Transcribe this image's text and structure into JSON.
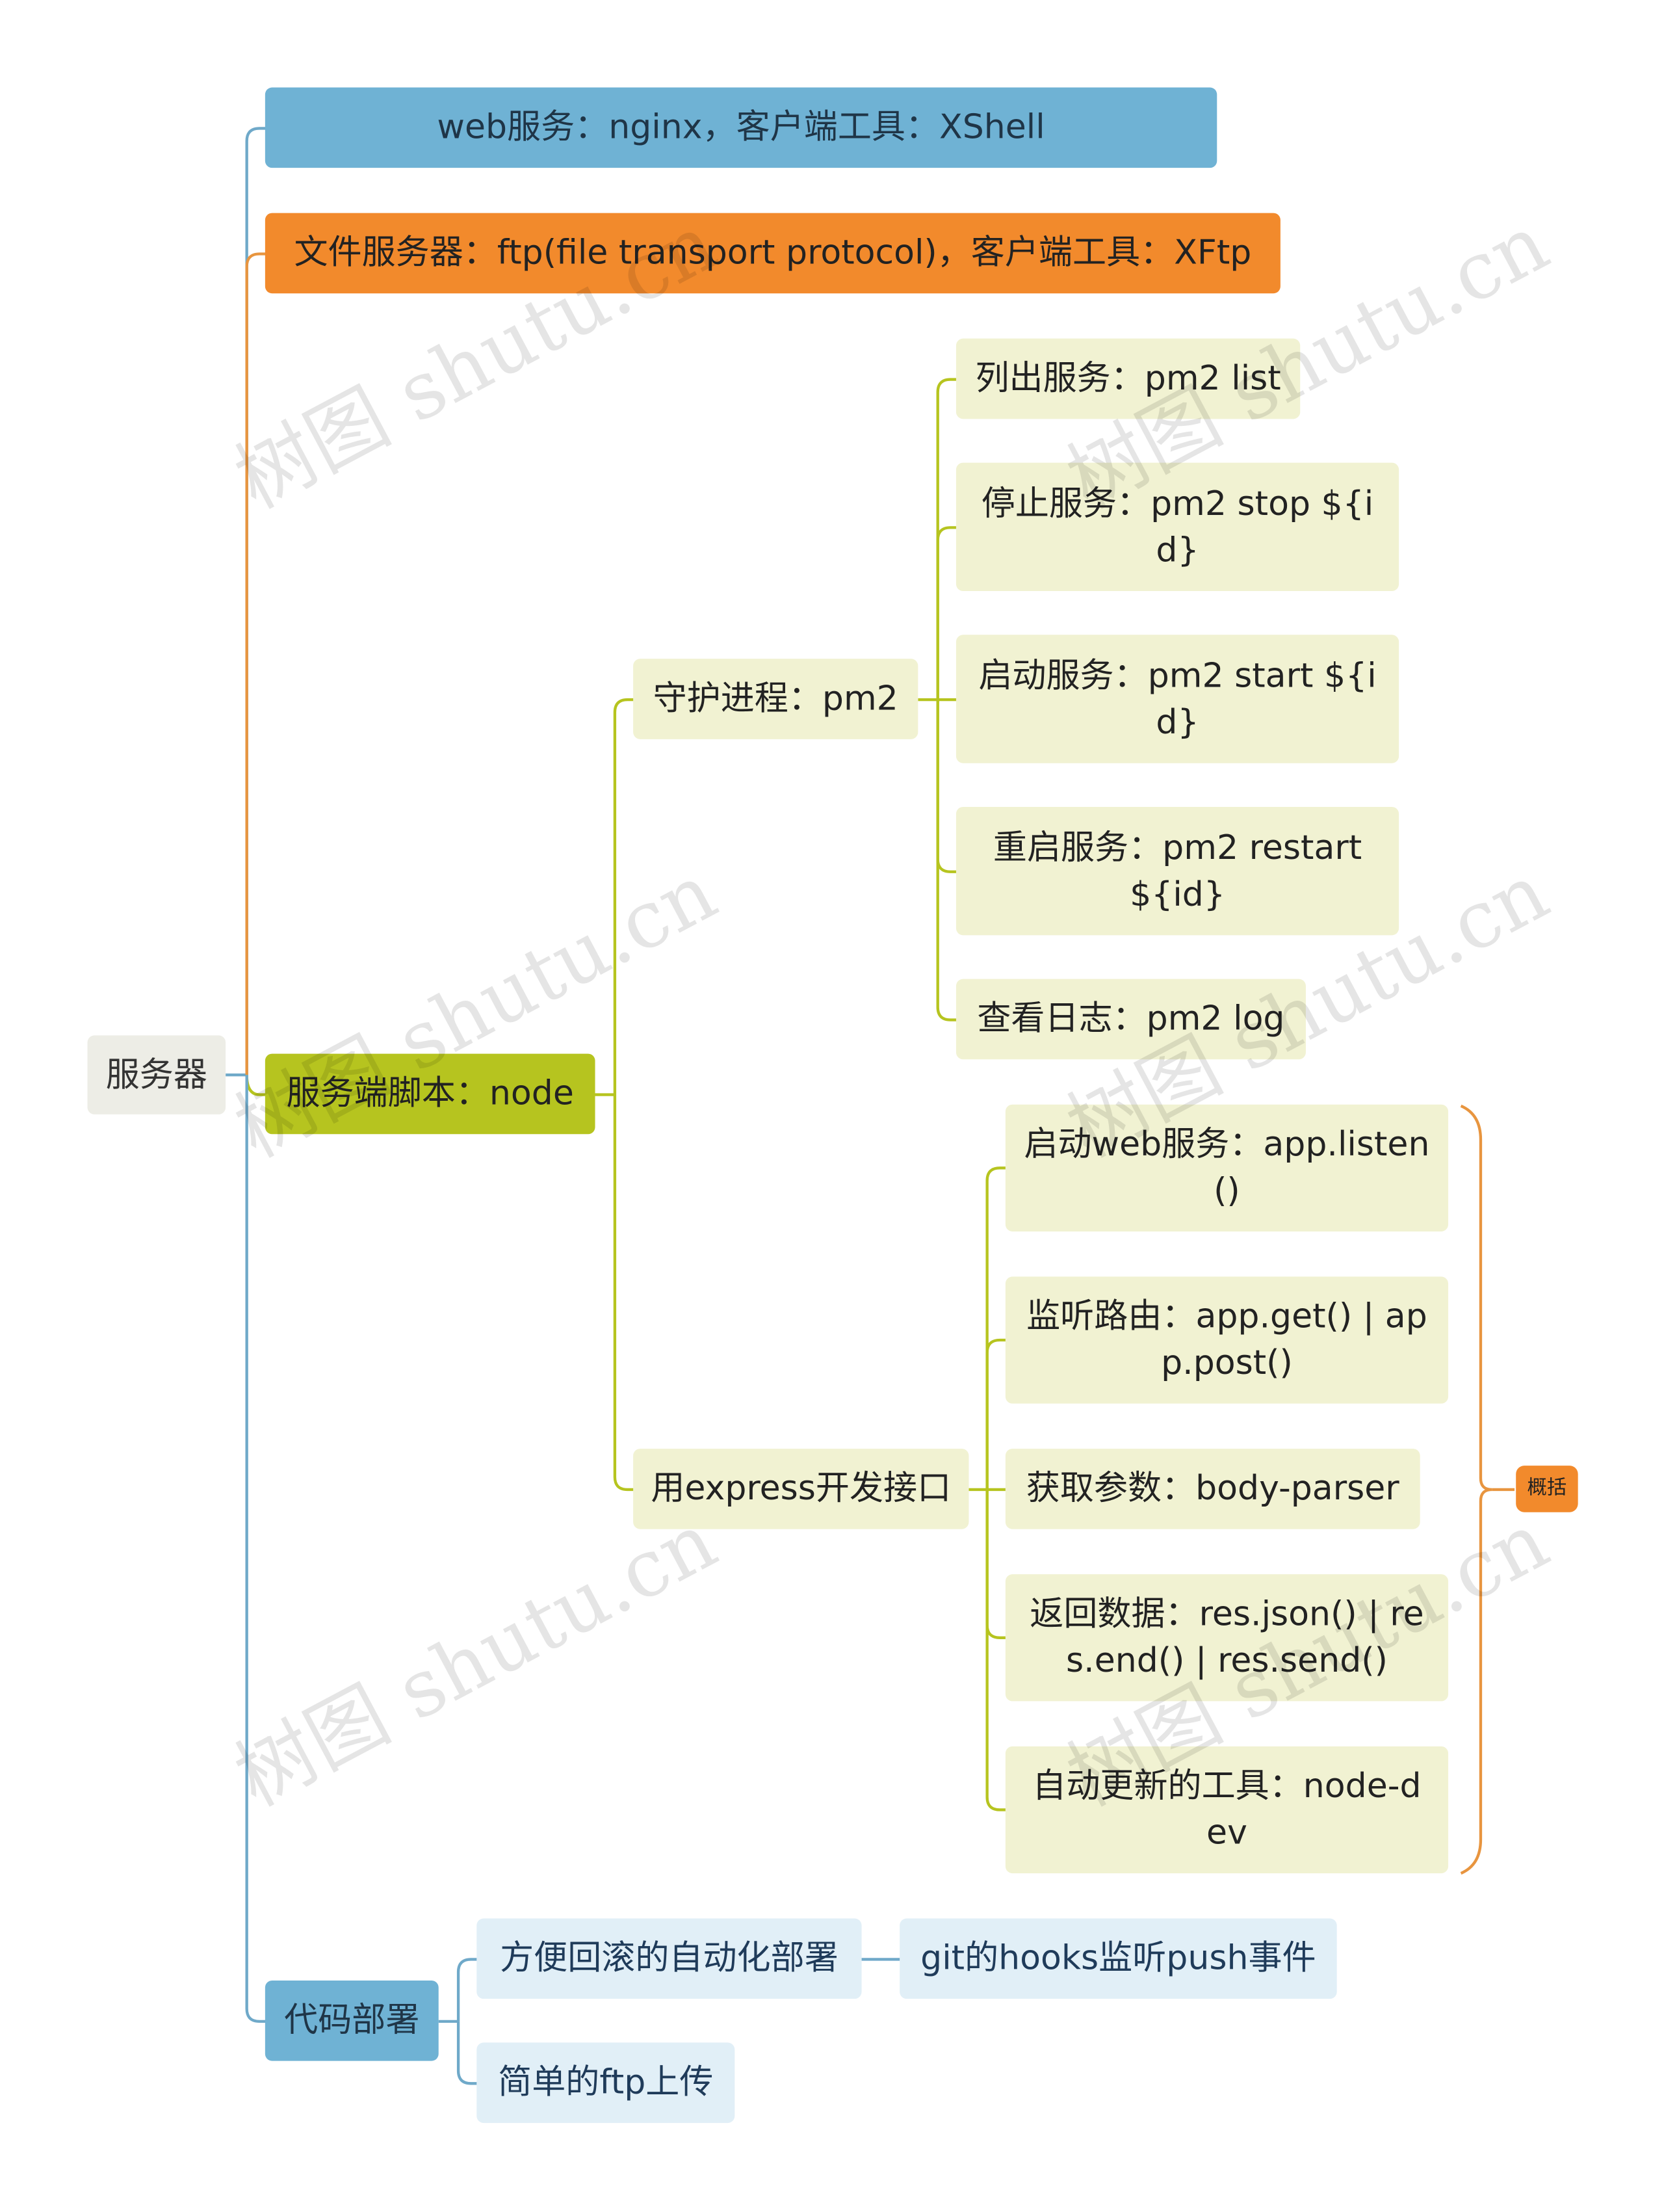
{
  "root": {
    "label": "服务器"
  },
  "branches": {
    "web": {
      "label": "web服务：nginx，客户端工具：XShell"
    },
    "ftp": {
      "label": "文件服务器：ftp(file transport protocol)，客户端工具：XFtp"
    },
    "node": {
      "label": "服务端脚本：node",
      "pm2": {
        "label": "守护进程：pm2",
        "items": [
          "列出服务：pm2 list",
          "停止服务：pm2 stop ${id}",
          "启动服务：pm2 start ${id}",
          "重启服务：pm2 restart ${id}",
          "查看日志：pm2 log"
        ]
      },
      "express": {
        "label": "用express开发接口",
        "items": [
          "启动web服务：app.listen()",
          "监听路由：app.get() | app.post()",
          "获取参数：body-parser",
          "返回数据：res.json() | res.end() | res.send()",
          "自动更新的工具：node-dev"
        ],
        "summary": "概括"
      }
    },
    "deploy": {
      "label": "代码部署",
      "items": [
        "方便回滚的自动化部署",
        "简单的ftp上传"
      ],
      "auto_child": "git的hooks监听push事件"
    }
  },
  "watermark": "树图 shutu.cn",
  "colors": {
    "blue": "#6fb2d4",
    "orange": "#f28a2c",
    "olive": "#b6c41f",
    "cream": "#f1f2d2",
    "light_blue": "#e1eff7"
  }
}
